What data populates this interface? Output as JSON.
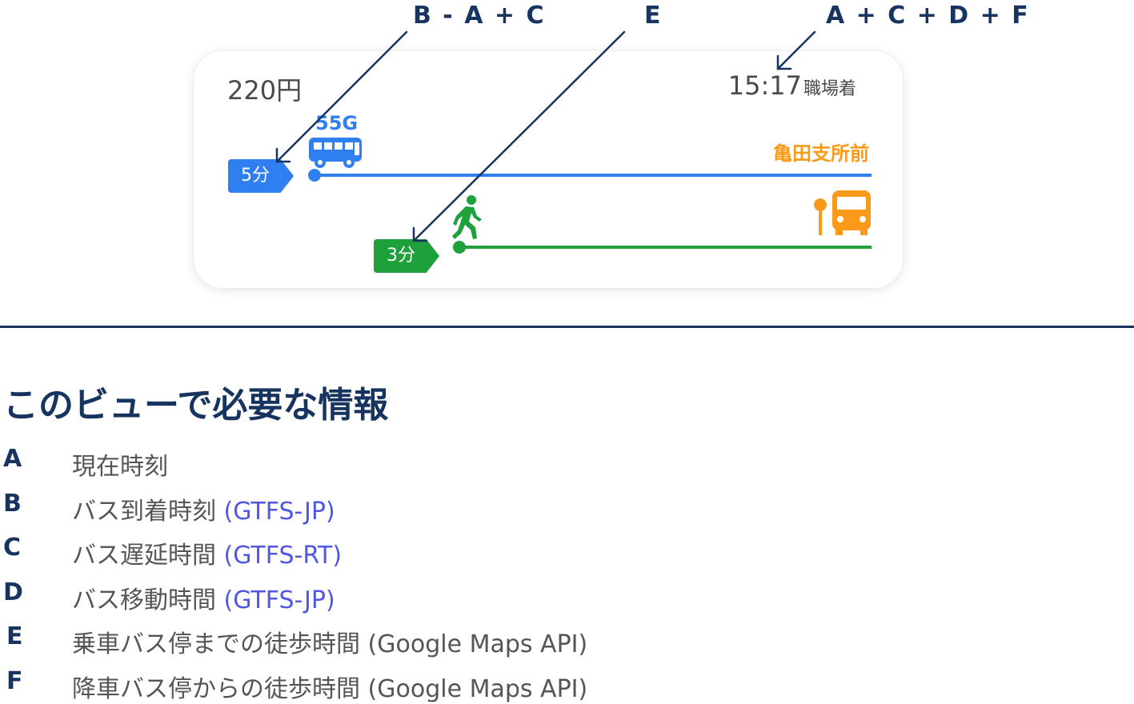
{
  "callouts": {
    "first": "B - A + C",
    "second": "E",
    "third": "A + C + D + F"
  },
  "card": {
    "fare": "220円",
    "arrival_time": "15:17",
    "arrival_label": "職場着",
    "route_name": "55G",
    "stop_name": "亀田支所前",
    "bus_badge": "5分",
    "walk_badge": "3分"
  },
  "colors": {
    "navy": "#16345f",
    "bus_blue": "#2f7ff0",
    "walk_green": "#1ea03a",
    "stop_orange": "#f99a1a",
    "source_purple": "#5057e6"
  },
  "icons": {
    "bus": "bus-icon",
    "walker": "pedestrian-icon",
    "bus_stop": "bus-stop-icon"
  },
  "legend": {
    "title": "このビューで必要な情報",
    "items": [
      {
        "key": "A",
        "label": "現在時刻",
        "source": ""
      },
      {
        "key": "B",
        "label": "バス到着時刻",
        "source": "(GTFS-JP)"
      },
      {
        "key": "C",
        "label": "バス遅延時間",
        "source": "(GTFS-RT)"
      },
      {
        "key": "D",
        "label": "バス移動時間",
        "source": "(GTFS-JP)"
      },
      {
        "key": "E",
        "label": "乗車バス停までの徒歩時間 (Google Maps API)",
        "source": ""
      },
      {
        "key": "F",
        "label": "降車バス停からの徒歩時間 (Google Maps API)",
        "source": ""
      }
    ]
  }
}
